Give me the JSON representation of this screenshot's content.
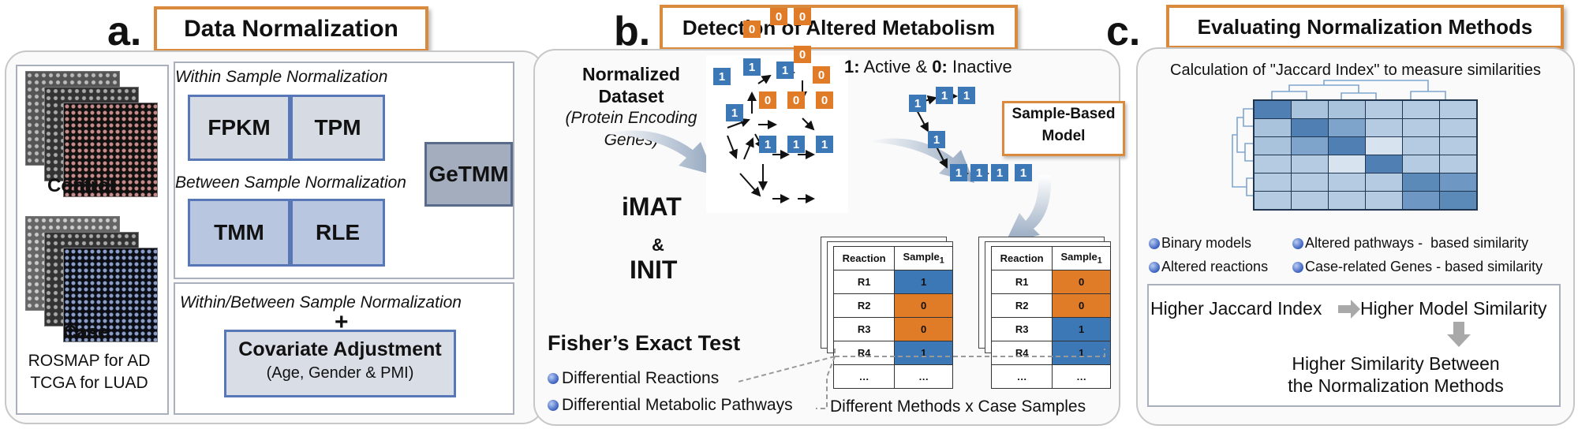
{
  "panel_a": {
    "letter": "a.",
    "title": "Data Normalization",
    "control_label": "Control",
    "case_label": "Case",
    "dataset_line1": "ROSMAP for AD",
    "dataset_line2": "TCGA for LUAD",
    "within_label": "Within Sample Normalization",
    "between_label": "Between Sample Normalization",
    "fpkm": "FPKM",
    "tpm": "TPM",
    "tmm": "TMM",
    "rle": "RLE",
    "getmm": "GeTMM",
    "within_between_label": "Within/Between Sample Normalization",
    "plus": "+",
    "covariate_title": "Covariate Adjustment",
    "covariate_sub": "(Age, Gender & PMI)"
  },
  "panel_b": {
    "letter": "b.",
    "title": "Detection of Altered Metabolism",
    "normalized_line1": "Normalized",
    "normalized_line2": "Dataset",
    "protein_line1": "(Protein Encoding",
    "protein_line2": "Genes)",
    "imat": "iMAT",
    "amp": "&",
    "init": "INIT",
    "legend_1": "1:",
    "legend_active": " Active & ",
    "legend_0": "0:",
    "legend_inactive": " Inactive",
    "sample_based_line1": "Sample-Based",
    "sample_based_line2": "Model",
    "fisher": "Fisher’s Exact Test",
    "diff_reactions": "Differential Reactions",
    "diff_pathways": "Differential Metabolic Pathways",
    "methods_caption": "Different Methods x Case Samples",
    "table_header_reaction": "Reaction",
    "table_header_sample": "Sample",
    "table_header_sub": "1",
    "table1_rows": [
      {
        "reaction": "R1",
        "value": "1",
        "color": "#3d78b6"
      },
      {
        "reaction": "R2",
        "value": "0",
        "color": "#e07b27"
      },
      {
        "reaction": "R3",
        "value": "0",
        "color": "#e07b27"
      },
      {
        "reaction": "R4",
        "value": "1",
        "color": "#3d78b6"
      },
      {
        "reaction": "…",
        "value": "…",
        "color": "#ffffff"
      }
    ],
    "table2_rows": [
      {
        "reaction": "R1",
        "value": "0",
        "color": "#e07b27"
      },
      {
        "reaction": "R2",
        "value": "0",
        "color": "#e07b27"
      },
      {
        "reaction": "R3",
        "value": "1",
        "color": "#3d78b6"
      },
      {
        "reaction": "R4",
        "value": "1",
        "color": "#3d78b6"
      },
      {
        "reaction": "…",
        "value": "…",
        "color": "#ffffff"
      }
    ]
  },
  "panel_c": {
    "letter": "c.",
    "title": "Evaluating Normalization Methods",
    "jaccard_caption": "Calculation of \"Jaccard Index\" to measure similarities",
    "binary_models": "Binary models",
    "altered_reactions": "Altered reactions",
    "altered_pathways": "Altered pathways -  based similarity",
    "case_genes": "Case-related Genes - based similarity",
    "higher_jaccard": "Higher Jaccard Index",
    "higher_model": "Higher Model Similarity",
    "higher_between_line1": "Higher Similarity Between",
    "higher_between_line2": "the Normalization Methods"
  },
  "colors": {
    "active_blue": "#3d78b6",
    "inactive_orange": "#e07b27",
    "title_border": "#d98a3d",
    "norm_box_border": "#5877b6"
  }
}
